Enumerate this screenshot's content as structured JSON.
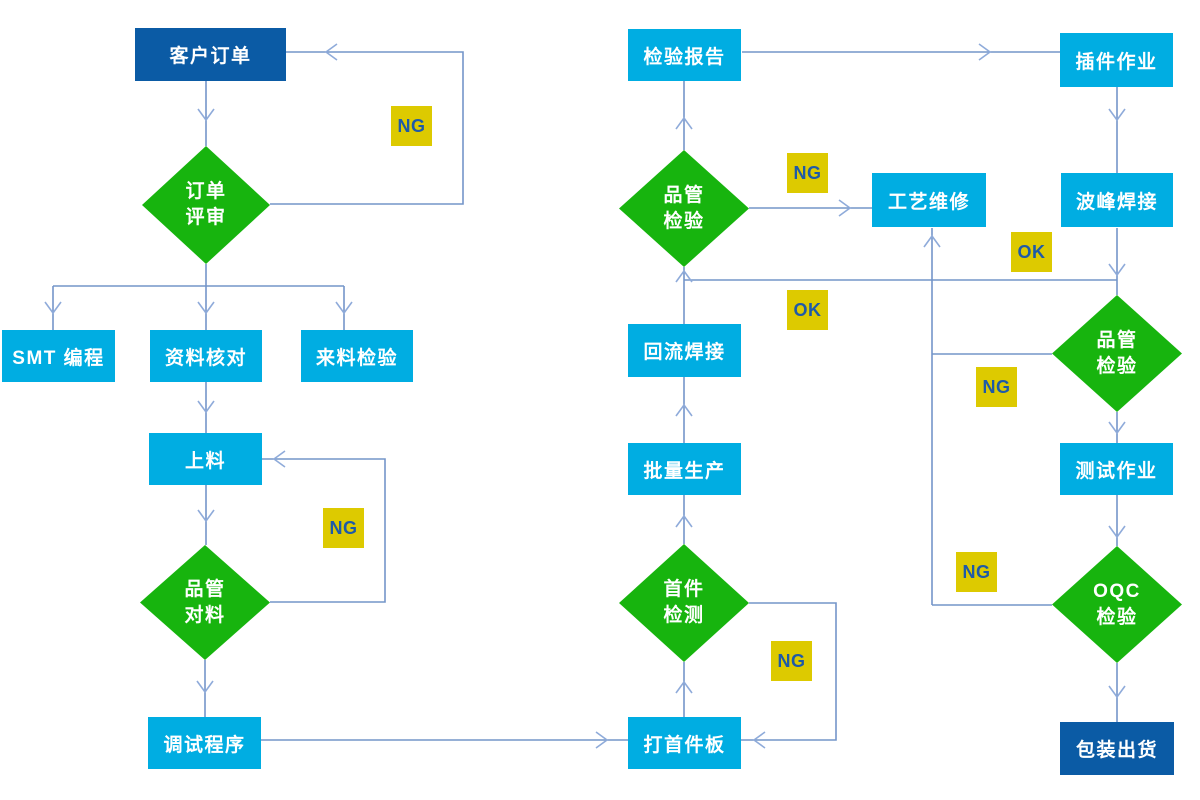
{
  "colors": {
    "process_box": "#00ADE2",
    "terminal_box": "#0B5BA5",
    "decision_diamond": "#17B40E",
    "badge_bg": "#DDCA00",
    "badge_text": "#1E5AA8",
    "connector_line": "#7495C9",
    "arrowhead": "#8FABDA",
    "node_text": "#FFFFFF"
  },
  "nodes": {
    "customer_order": {
      "label": "客户订单"
    },
    "order_review": {
      "line1": "订单",
      "line2": "评审"
    },
    "smt_programming": {
      "label": "SMT 编程"
    },
    "data_check": {
      "label": "资料核对"
    },
    "incoming_inspection": {
      "label": "来料检验"
    },
    "loading": {
      "label": "上料"
    },
    "qc_material_check": {
      "line1": "品管",
      "line2": "对料"
    },
    "debug_program": {
      "label": "调试程序"
    },
    "first_board": {
      "label": "打首件板"
    },
    "first_article_inspection": {
      "line1": "首件",
      "line2": "检测"
    },
    "batch_production": {
      "label": "批量生产"
    },
    "reflow_soldering": {
      "label": "回流焊接"
    },
    "qc_inspection_smt": {
      "line1": "品管",
      "line2": "检验"
    },
    "inspection_report": {
      "label": "检验报告"
    },
    "process_repair": {
      "label": "工艺维修"
    },
    "plugin_operation": {
      "label": "插件作业"
    },
    "wave_soldering": {
      "label": "波峰焊接"
    },
    "qc_inspection_dip": {
      "line1": "品管",
      "line2": "检验"
    },
    "test_operation": {
      "label": "测试作业"
    },
    "oqc_inspection": {
      "line1": "OQC",
      "line2": "检验"
    },
    "packing_shipping": {
      "label": "包装出货"
    }
  },
  "badges": {
    "ng_order_review": "NG",
    "ng_qc_material": "NG",
    "ng_qc_smt": "NG",
    "ok_qc_smt": "OK",
    "ok_to_dip": "OK",
    "ng_qc_dip": "NG",
    "ng_first_article": "NG",
    "ng_oqc": "NG"
  }
}
